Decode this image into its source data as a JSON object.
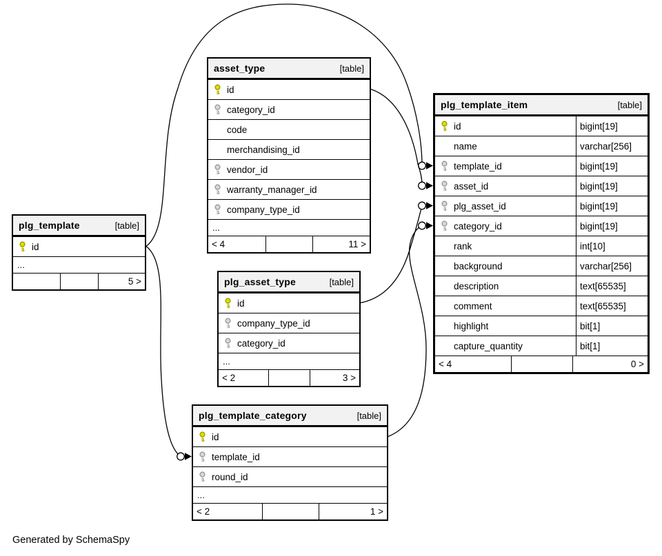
{
  "caption": "Generated by SchemaSpy",
  "colors": {
    "background": "#ffffff",
    "header_bg": "#f2f2f2",
    "border": "#000000",
    "line": "#000000",
    "primary_key_fill": "#dede00",
    "primary_key_stroke": "#9e9e00",
    "foreign_key_fill": "#d9d9d9",
    "foreign_key_stroke": "#9a9a9a"
  },
  "tables": [
    {
      "name": "plg_template",
      "tag": "[table]",
      "emphasized": false,
      "columns": [
        {
          "name": "id",
          "icon": "primary-key"
        }
      ],
      "more": "...",
      "footer": {
        "left": "",
        "middle": "",
        "right": "5 >"
      }
    },
    {
      "name": "asset_type",
      "tag": "[table]",
      "emphasized": false,
      "columns": [
        {
          "name": "id",
          "icon": "primary-key"
        },
        {
          "name": "category_id",
          "icon": "foreign-key"
        },
        {
          "name": "code",
          "icon": "none"
        },
        {
          "name": "merchandising_id",
          "icon": "none"
        },
        {
          "name": "vendor_id",
          "icon": "foreign-key"
        },
        {
          "name": "warranty_manager_id",
          "icon": "foreign-key"
        },
        {
          "name": "company_type_id",
          "icon": "foreign-key"
        }
      ],
      "more": "...",
      "footer": {
        "left": "< 4",
        "middle": "",
        "right": "11 >"
      }
    },
    {
      "name": "plg_asset_type",
      "tag": "[table]",
      "emphasized": false,
      "columns": [
        {
          "name": "id",
          "icon": "primary-key"
        },
        {
          "name": "company_type_id",
          "icon": "foreign-key"
        },
        {
          "name": "category_id",
          "icon": "foreign-key"
        }
      ],
      "more": "...",
      "footer": {
        "left": "< 2",
        "middle": "",
        "right": "3 >"
      }
    },
    {
      "name": "plg_template_category",
      "tag": "[table]",
      "emphasized": false,
      "columns": [
        {
          "name": "id",
          "icon": "primary-key"
        },
        {
          "name": "template_id",
          "icon": "foreign-key"
        },
        {
          "name": "round_id",
          "icon": "foreign-key"
        }
      ],
      "more": "...",
      "footer": {
        "left": "< 2",
        "middle": "",
        "right": "1 >"
      }
    },
    {
      "name": "plg_template_item",
      "tag": "[table]",
      "emphasized": true,
      "columns": [
        {
          "name": "id",
          "icon": "primary-key",
          "type": "bigint[19]"
        },
        {
          "name": "name",
          "icon": "none",
          "type": "varchar[256]"
        },
        {
          "name": "template_id",
          "icon": "foreign-key",
          "type": "bigint[19]"
        },
        {
          "name": "asset_id",
          "icon": "foreign-key",
          "type": "bigint[19]"
        },
        {
          "name": "plg_asset_id",
          "icon": "foreign-key",
          "type": "bigint[19]"
        },
        {
          "name": "category_id",
          "icon": "foreign-key",
          "type": "bigint[19]"
        },
        {
          "name": "rank",
          "icon": "none",
          "type": "int[10]"
        },
        {
          "name": "background",
          "icon": "none",
          "type": "varchar[256]"
        },
        {
          "name": "description",
          "icon": "none",
          "type": "text[65535]"
        },
        {
          "name": "comment",
          "icon": "none",
          "type": "text[65535]"
        },
        {
          "name": "highlight",
          "icon": "none",
          "type": "bit[1]"
        },
        {
          "name": "capture_quantity",
          "icon": "none",
          "type": "bit[1]"
        }
      ],
      "more": null,
      "footer": {
        "left": "< 4",
        "middle": "",
        "right": "0 >"
      }
    }
  ],
  "relationships": [
    {
      "from": "plg_template.id",
      "to": "plg_template_item.template_id"
    },
    {
      "from": "asset_type.id",
      "to": "plg_template_item.asset_id"
    },
    {
      "from": "plg_asset_type.id",
      "to": "plg_template_item.plg_asset_id"
    },
    {
      "from": "plg_template_category.id",
      "to": "plg_template_item.category_id"
    },
    {
      "from": "plg_template.id",
      "to": "plg_template_category.template_id"
    }
  ]
}
